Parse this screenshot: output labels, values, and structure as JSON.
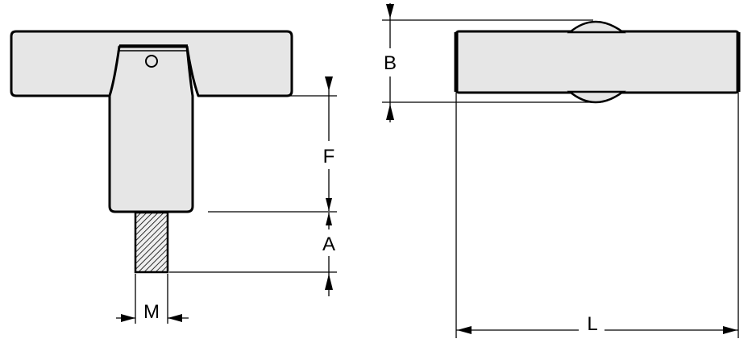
{
  "diagram": {
    "front_view": {
      "dimensions": {
        "F": "F",
        "A": "A",
        "M": "M"
      }
    },
    "top_view": {
      "dimensions": {
        "B": "B",
        "L": "L"
      }
    }
  }
}
